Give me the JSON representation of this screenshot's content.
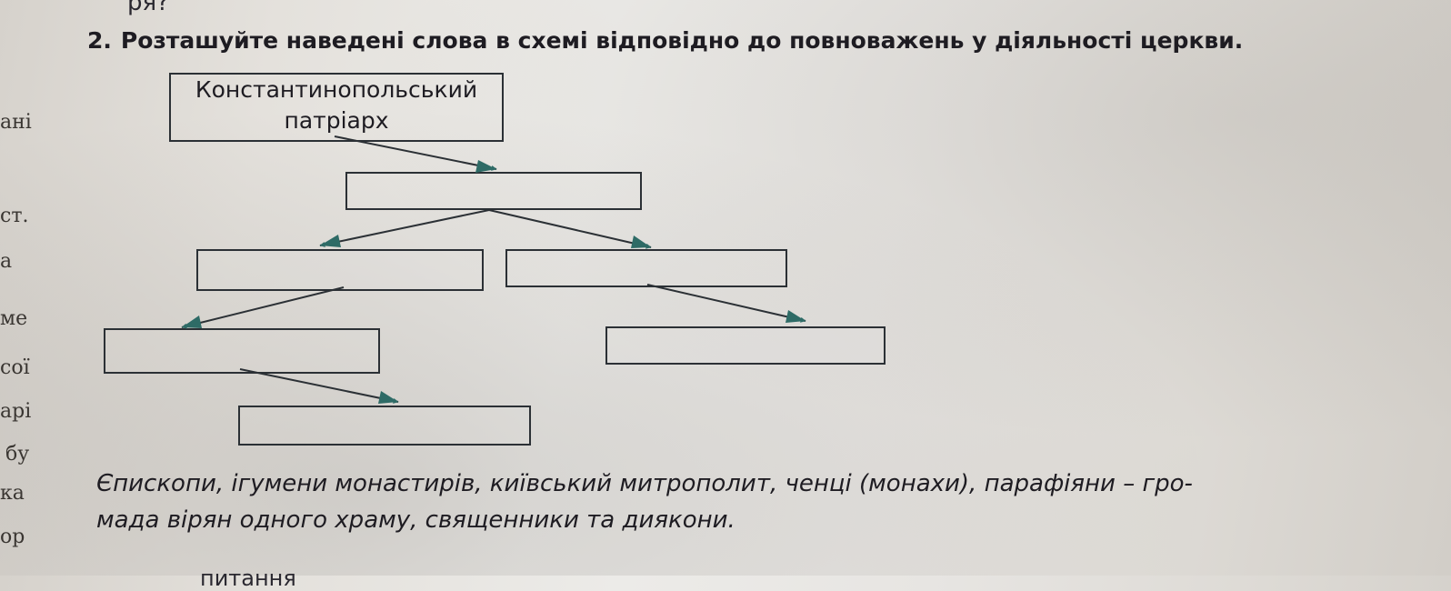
{
  "top_fragment": "ря?",
  "task": {
    "number": "2.",
    "text": "Розташуйте наведені слова в схемі відповідно до повноважень у діяльності церкви."
  },
  "diagram": {
    "root_line1": "Константинопольський",
    "root_line2": "патріарх"
  },
  "words_line1": "Єпископи, ігумени монастирів, київський митрополит, ченці (монахи), парафіяни – гро-",
  "words_line2": "мада вірян одного храму, священники та диякони.",
  "margin_fragments": [
    "ані",
    "ст.",
    "а",
    "ме",
    "сої",
    "арі",
    "бу",
    "ка",
    "ор"
  ],
  "bottom_fragment": "питання"
}
